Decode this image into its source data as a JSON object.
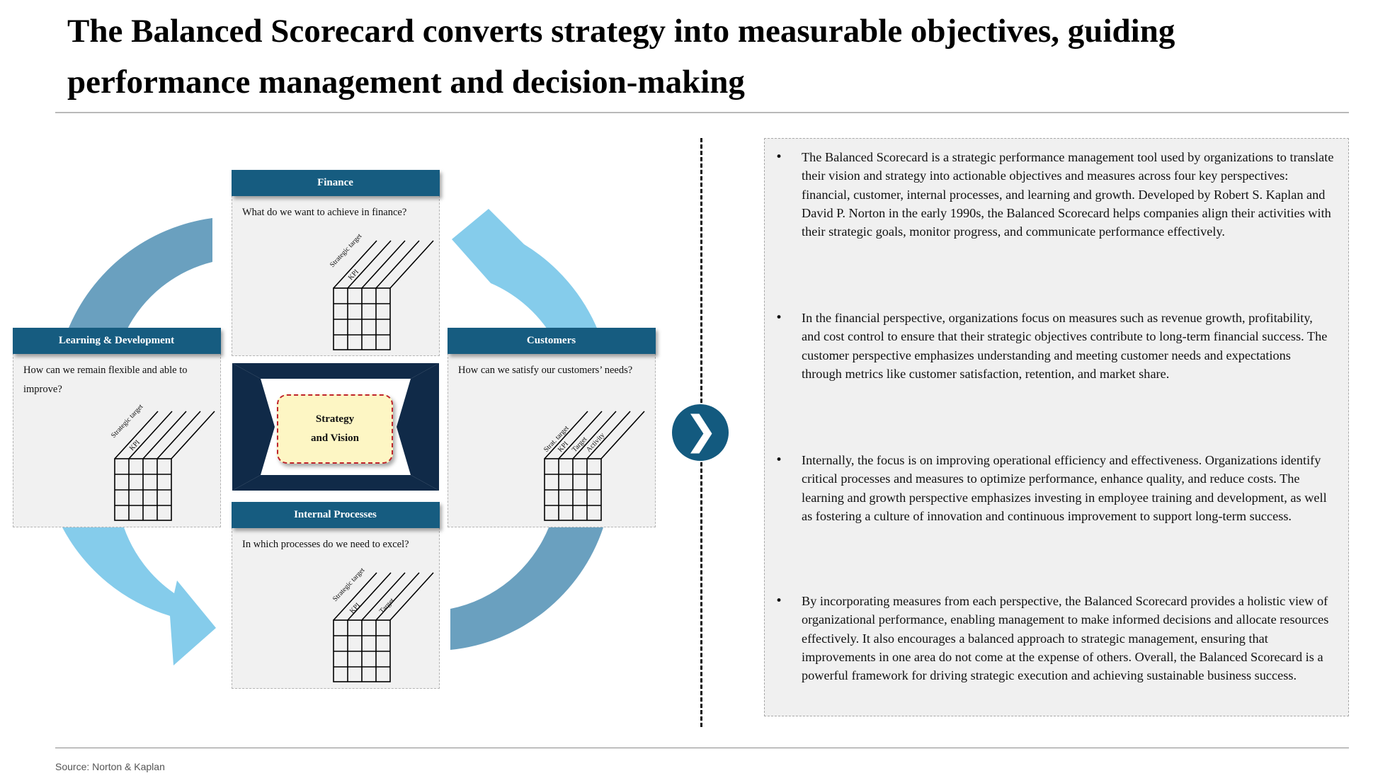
{
  "title": "The Balanced Scorecard converts strategy into measurable objectives, guiding performance management and decision-making",
  "colors": {
    "header_blue": "#165c80",
    "arrow_light": "#85cceb",
    "arrow_dark": "#6aa0bf",
    "center_navy": "#102a48",
    "card_fill": "#fdf6c4",
    "card_border": "#c0242a",
    "next_button": "#135a7f"
  },
  "perspectives": {
    "finance": {
      "label": "Finance",
      "question": "What do we want to achieve in finance?",
      "columns": [
        "Strategic target",
        "KPI"
      ]
    },
    "customers": {
      "label": "Customers",
      "question": "How can we satisfy our customers’ needs?",
      "columns": [
        "Strat. target",
        "KPI",
        "Target",
        "Activity"
      ]
    },
    "internal": {
      "label": "Internal Processes",
      "question": "In which processes do we need to excel?",
      "columns": [
        "Strategic target",
        "KPI",
        "Target"
      ]
    },
    "learning": {
      "label": "Learning & Development",
      "question": "How can we remain flexible and able to improve?",
      "columns": [
        "Strategic target",
        "KPI"
      ]
    }
  },
  "center": {
    "line1": "Strategy",
    "line2": "and Vision"
  },
  "next_button_icon": "chevron-right-icon",
  "next_button_glyph": "❯",
  "bullets": [
    "The Balanced Scorecard is a strategic performance management tool used by organizations to translate their vision and strategy into actionable objectives and measures across four key perspectives: financial, customer, internal processes, and learning and growth. Developed by Robert S. Kaplan and David P. Norton in the early 1990s, the Balanced Scorecard helps companies align their activities with their strategic goals, monitor progress, and communicate performance effectively.",
    "In the financial perspective, organizations focus on measures such as revenue growth, profitability, and cost control to ensure that their strategic objectives contribute to long-term financial success. The customer perspective emphasizes understanding and meeting customer needs and expectations through metrics like customer satisfaction, retention, and market share.",
    "Internally, the focus is on improving operational efficiency and effectiveness. Organizations identify critical processes and measures to optimize performance, enhance quality, and reduce costs. The learning and growth perspective emphasizes investing in employee training and development, as well as fostering a culture of innovation and continuous improvement to support long-term success.",
    "By incorporating measures from each perspective, the Balanced Scorecard provides a holistic view of organizational performance, enabling management to make informed decisions and allocate resources effectively. It also encourages a balanced approach to strategic management, ensuring that improvements in one area do not come at the expense of others. Overall, the Balanced Scorecard is a powerful framework for driving strategic execution and achieving sustainable business success."
  ],
  "source": "Source: Norton & Kaplan"
}
